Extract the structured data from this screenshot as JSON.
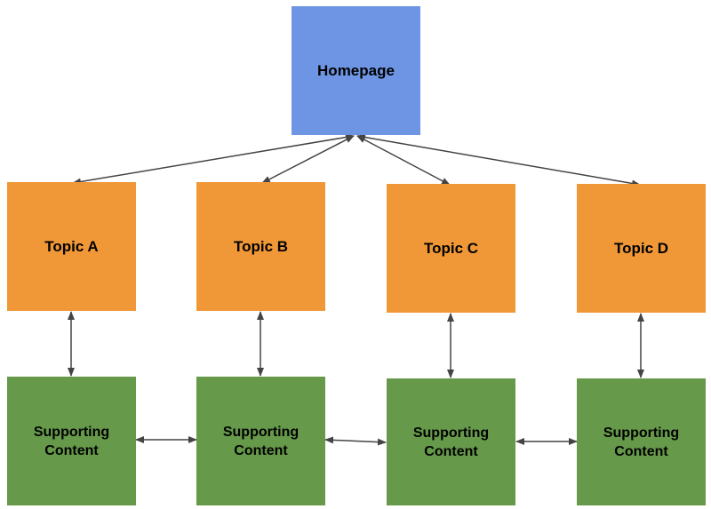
{
  "colors": {
    "homepage": "#6d95e3",
    "topic": "#f09838",
    "support": "#66994a",
    "arrow": "#444444"
  },
  "homepage": {
    "label": "Homepage"
  },
  "topics": [
    {
      "label": "Topic A"
    },
    {
      "label": "Topic B"
    },
    {
      "label": "Topic C"
    },
    {
      "label": "Topic D"
    }
  ],
  "supports": [
    {
      "line1": "Supporting",
      "line2": "Content"
    },
    {
      "line1": "Supporting",
      "line2": "Content"
    },
    {
      "line1": "Supporting",
      "line2": "Content"
    },
    {
      "line1": "Supporting",
      "line2": "Content"
    }
  ]
}
